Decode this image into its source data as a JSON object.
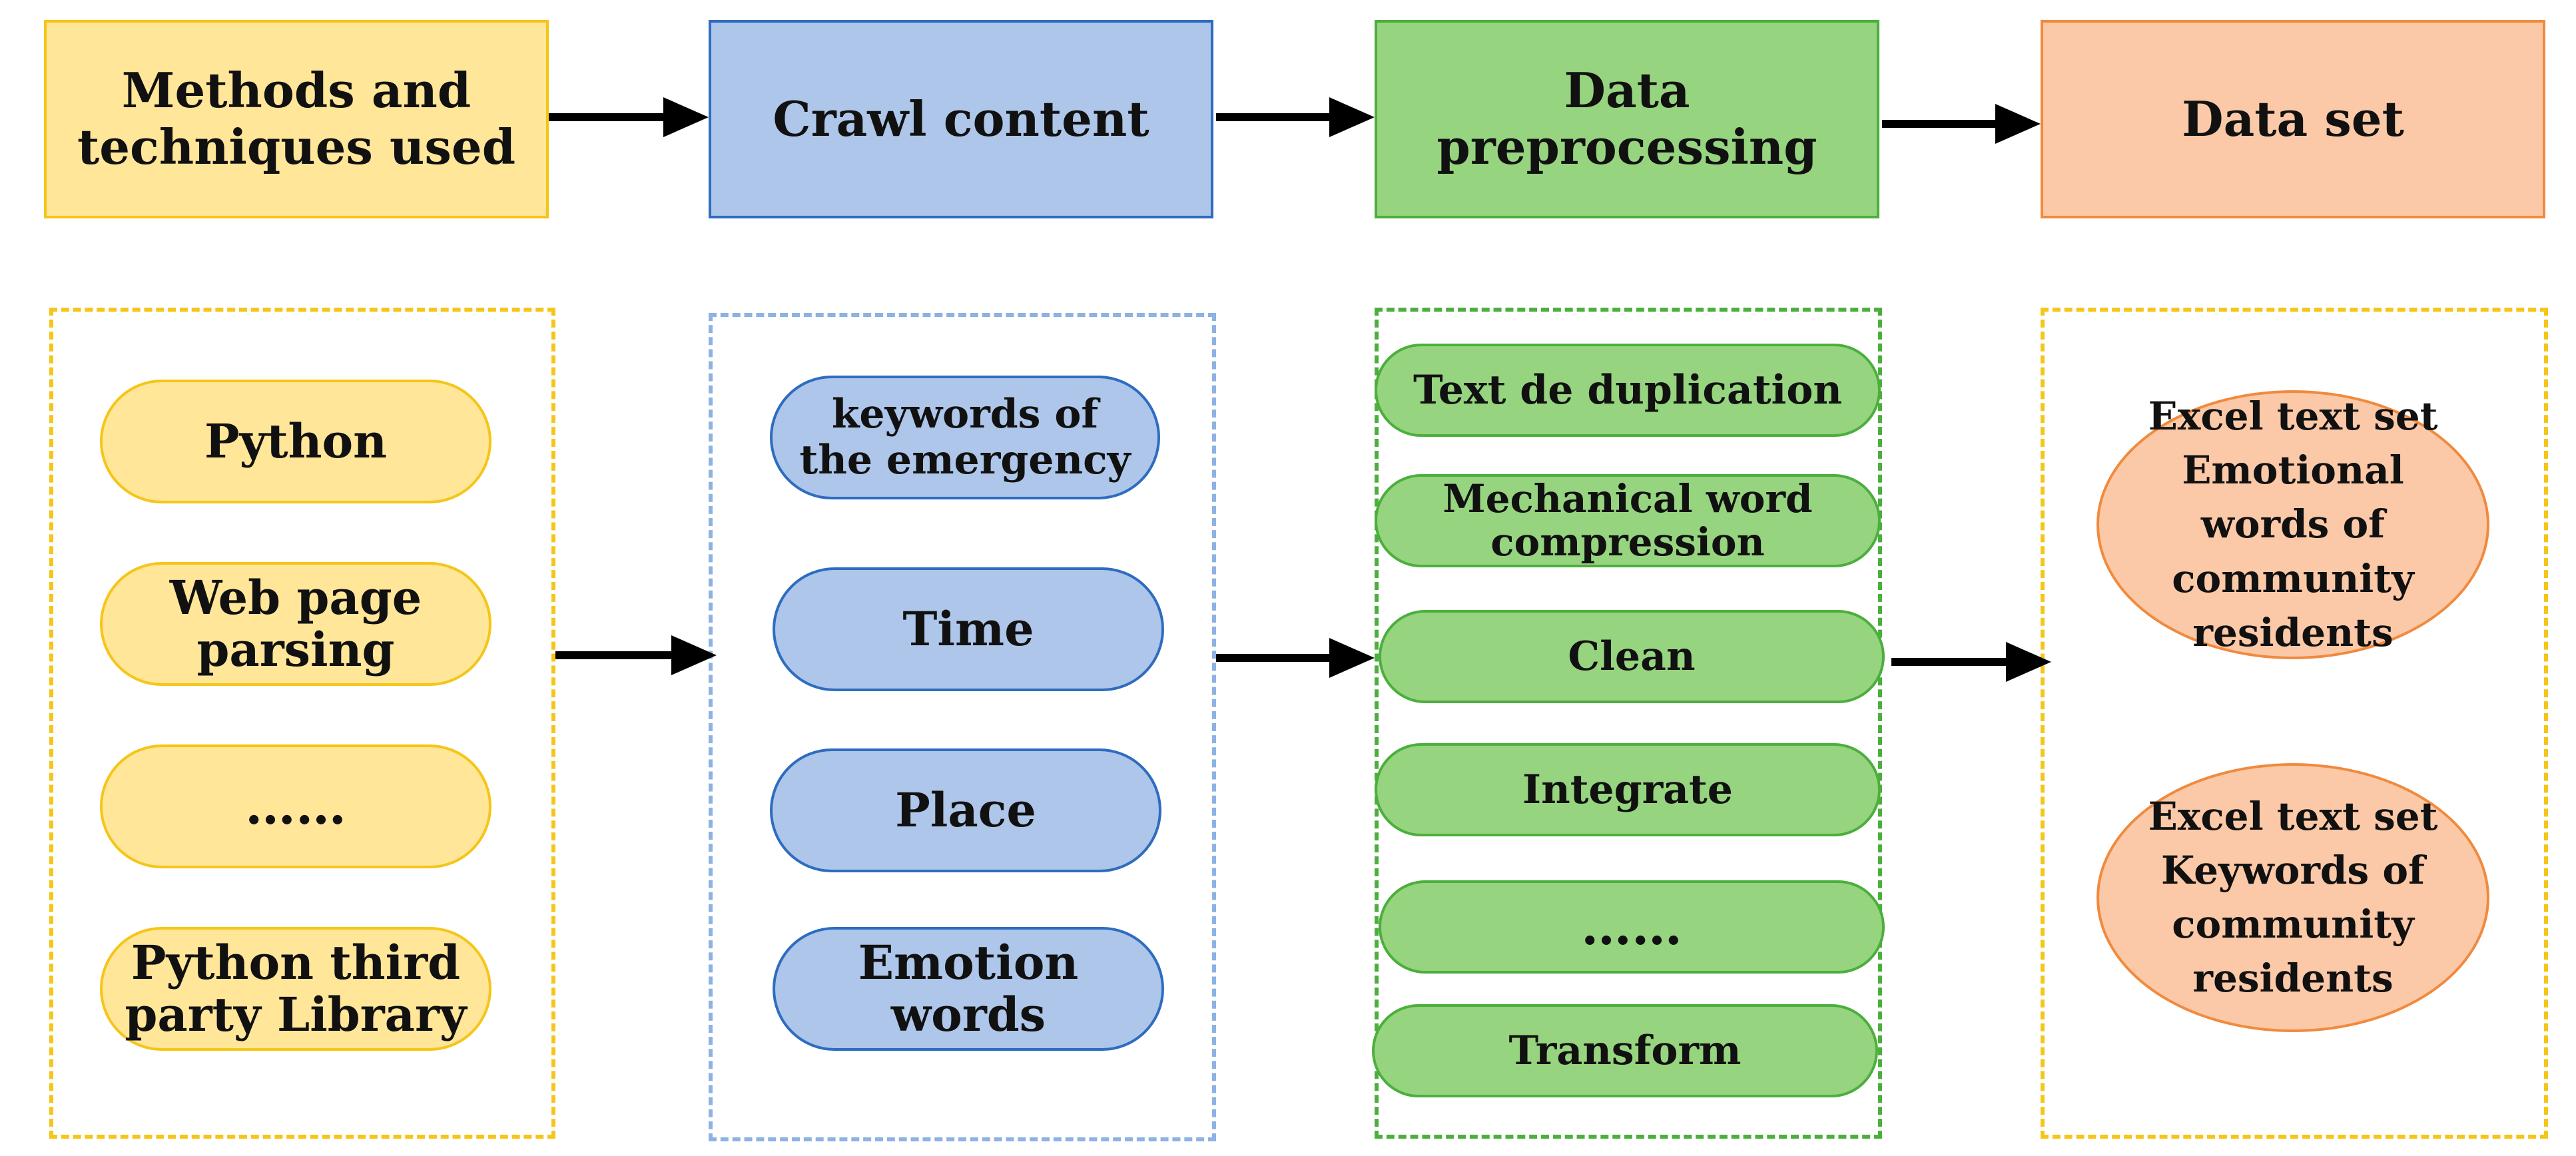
{
  "colors": {
    "yellow_fill": "#FFE699",
    "yellow_stroke": "#F5C518",
    "blue_fill": "#ADC6E9",
    "blue_stroke": "#2E6CC0",
    "blue_dash": "#8DB2E3",
    "green_fill": "#97D47F",
    "green_stroke": "#4CAF3D",
    "orange_fill": "#FBC9A7",
    "orange_stroke": "#F08A3E",
    "arrow": "#000000"
  },
  "stages": [
    {
      "title": "Methods and\ntechniques used",
      "items": [
        "Python",
        "Web page\nparsing",
        "……",
        "Python third\nparty Library"
      ]
    },
    {
      "title": "Crawl content",
      "items": [
        "keywords of\nthe emergency",
        "Time",
        "Place",
        "Emotion\nwords"
      ]
    },
    {
      "title": "Data\npreprocessing",
      "items": [
        "Text de duplication",
        "Mechanical word\ncompression",
        "Clean",
        "Integrate",
        "……",
        "Transform"
      ]
    },
    {
      "title": "Data set",
      "items": [
        "Excel text set\nEmotional\nwords of\ncommunity\nresidents",
        "Excel text set\nKeywords of\ncommunity\nresidents"
      ]
    }
  ]
}
